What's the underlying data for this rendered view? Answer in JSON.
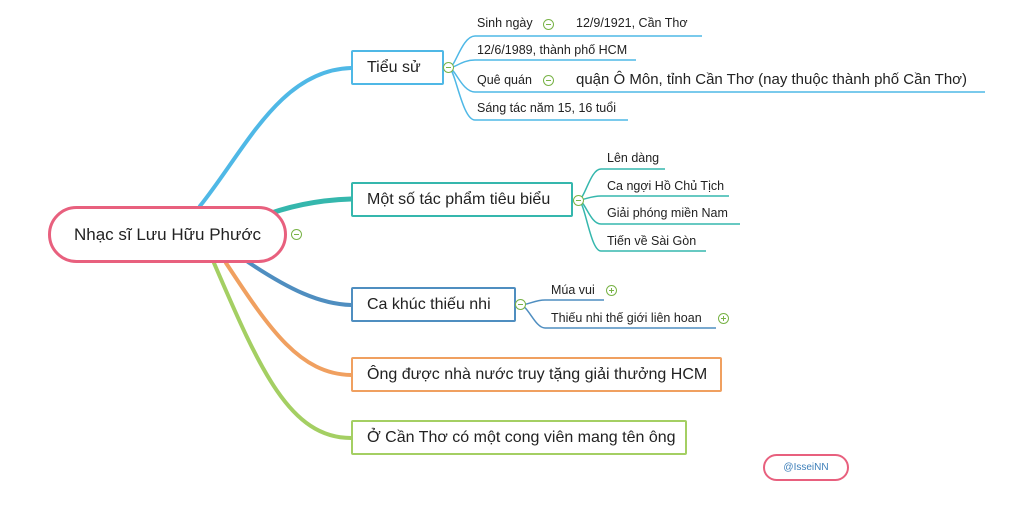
{
  "central": {
    "label": "Nhạc sĩ Lưu Hữu Phước"
  },
  "branches": {
    "tieu_su": {
      "label": "Tiểu sử",
      "items": [
        {
          "label": "Sinh ngày",
          "detail": "12/9/1921, Cần Thơ"
        },
        {
          "label": "12/6/1989, thành phố HCM"
        },
        {
          "label": "Quê quán",
          "detail": "quận Ô Môn, tỉnh Cần Thơ (nay thuộc thành phố Cần Thơ)"
        },
        {
          "label": "Sáng tác năm 15, 16 tuổi"
        }
      ]
    },
    "tac_pham": {
      "label": "Một số tác phẩm tiêu biểu",
      "items": [
        {
          "label": "Lên dàng"
        },
        {
          "label": "Ca ngợi Hồ Chủ Tịch"
        },
        {
          "label": "Giải phóng miền Nam"
        },
        {
          "label": "Tiến về Sài Gòn"
        }
      ]
    },
    "thieu_nhi": {
      "label": "Ca khúc thiếu  nhi",
      "items": [
        {
          "label": "Múa vui"
        },
        {
          "label": "Thiếu nhi thế giới liên hoan"
        }
      ]
    },
    "giai_thuong": {
      "label": "Ông được nhà nước truy tặng giải thưởng HCM"
    },
    "cong_vien": {
      "label": "Ở Cần Thơ có một cong viên mang tên ông"
    }
  },
  "watermark": "@IsseiNN",
  "colors": {
    "central_border": "#e8607e",
    "blue": "#4fb8e6",
    "teal": "#35b7ad",
    "steel": "#4f8ec0",
    "orange": "#f0a060",
    "green": "#a4cf63",
    "toggle": "#79b347"
  },
  "icons": {
    "collapse": "minus-circle-icon",
    "expand": "plus-circle-icon"
  }
}
